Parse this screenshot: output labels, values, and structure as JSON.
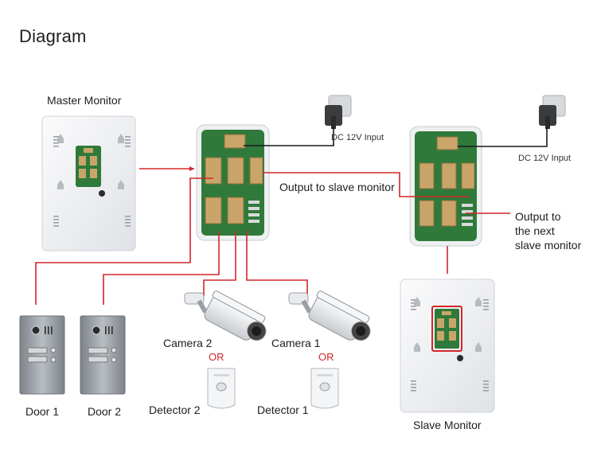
{
  "page": {
    "title": "Diagram"
  },
  "labels": {
    "master_monitor": "Master Monitor",
    "slave_monitor": "Slave Monitor",
    "dc_input_1": "DC 12V Input",
    "dc_input_2": "DC 12V Input",
    "output_to_slave": "Output to slave monitor",
    "output_to_next": "Output to\nthe next\nslave monitor",
    "camera_2": "Camera 2",
    "camera_1": "Camera 1",
    "or_1": "OR",
    "or_2": "OR",
    "detector_2": "Detector 2",
    "detector_1": "Detector 1",
    "door_1": "Door 1",
    "door_2": "Door 2"
  },
  "colors": {
    "wire_red": "#d2262a",
    "wire_black": "#1a1a1a",
    "board_green": "#2f7a3a",
    "connector": "#c9a56a",
    "device_white": "#f2f3f5",
    "door_panel": "#9aa0a6"
  },
  "icons": [
    "power-adapter-icon",
    "camera-icon",
    "motion-detector-icon",
    "door-station-icon",
    "monitor-icon",
    "circuit-board-icon"
  ]
}
